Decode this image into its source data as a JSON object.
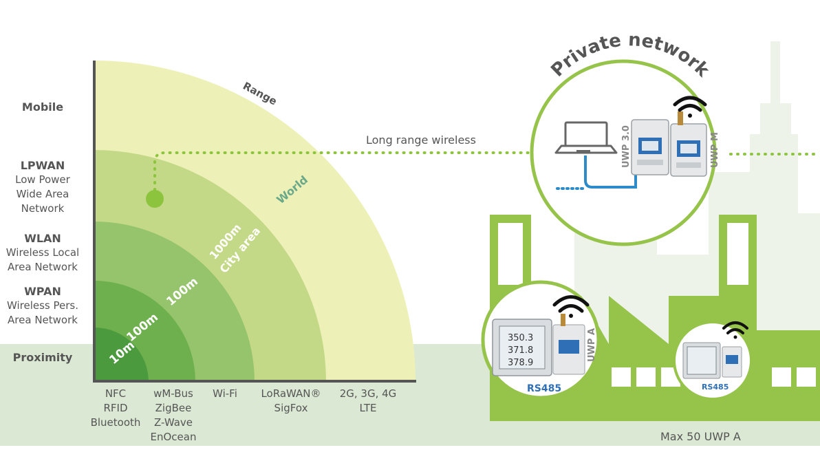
{
  "categories": [
    {
      "title": "Mobile",
      "sub": ""
    },
    {
      "title": "LPWAN",
      "sub": "Low Power\nWide Area\nNetwork"
    },
    {
      "title": "WLAN",
      "sub": "Wireless Local\nArea Network"
    },
    {
      "title": "WPAN",
      "sub": "Wireless Pers.\nArea Network"
    },
    {
      "title": "Proximity",
      "sub": ""
    }
  ],
  "technologies": [
    "NFC\nRFID\nBluetooth",
    "wM-Bus\nZigBee\nZ-Wave\nEnOcean",
    "Wi-Fi",
    "LoRaWAN®\nSigFox",
    "2G, 3G, 4G\nLTE"
  ],
  "ranges": {
    "r1": "10m",
    "r2": "100m",
    "r3": "100m",
    "r4a": "1000m",
    "r4b": "City area",
    "world": "World",
    "axis": "Range"
  },
  "link_label": "Long range wireless",
  "private_network": "Private network",
  "devices": {
    "uwp30": "UWP 3.0",
    "uwpm": "UWP M",
    "uwpa": "UWP A",
    "rs485_a": "RS485",
    "rs485_b": "RS485",
    "meter_values": [
      "350.3",
      "371.8",
      "378.9"
    ]
  },
  "footer": "Max 50 UWP A",
  "colors": {
    "ring1": "#4c9a3e",
    "ring2": "#6eb04e",
    "ring3": "#95c46c",
    "ring4": "#c4d987",
    "ring5": "#eef1b7",
    "factory": "#96c34a",
    "ground": "#dbe8d3",
    "city": "#eef3ea",
    "dots": "#8dc43e",
    "cable": "#2e8bc9"
  }
}
